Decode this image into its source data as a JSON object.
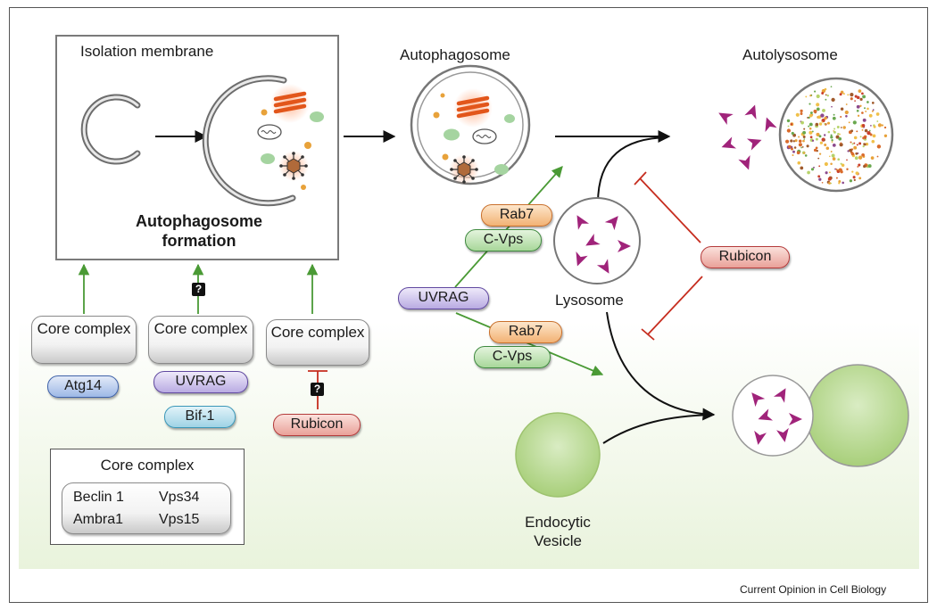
{
  "labels": {
    "isolation_membrane": "Isolation membrane",
    "autophagosome_formation": "Autophagosome formation",
    "autophagosome": "Autophagosome",
    "autolysosome": "Autolysosome",
    "lysosome": "Lysosome",
    "endocytic_vesicle": "Endocytic Vesicle",
    "credit": "Current Opinion in Cell Biology"
  },
  "core_complex_label": "Core complex",
  "question_mark": "?",
  "pathways": {
    "atg14": "Atg14",
    "uvrag": "UVRAG",
    "bif1": "Bif-1",
    "rubicon": "Rubicon"
  },
  "maturation": {
    "rab7_upper": "Rab7",
    "cvps_upper": "C-Vps",
    "uvrag": "UVRAG",
    "rab7_lower": "Rab7",
    "cvps_lower": "C-Vps",
    "rubicon": "Rubicon"
  },
  "legend": {
    "title": "Core complex",
    "components": [
      "Beclin 1",
      "Vps34",
      "Ambra1",
      "Vps15"
    ]
  },
  "colors": {
    "activation_arrow": "#4a9a35",
    "inhibition": "#c62d1f",
    "vesicle_green": "#a9cf78",
    "lysosomal_enzyme": "#a0237a"
  }
}
